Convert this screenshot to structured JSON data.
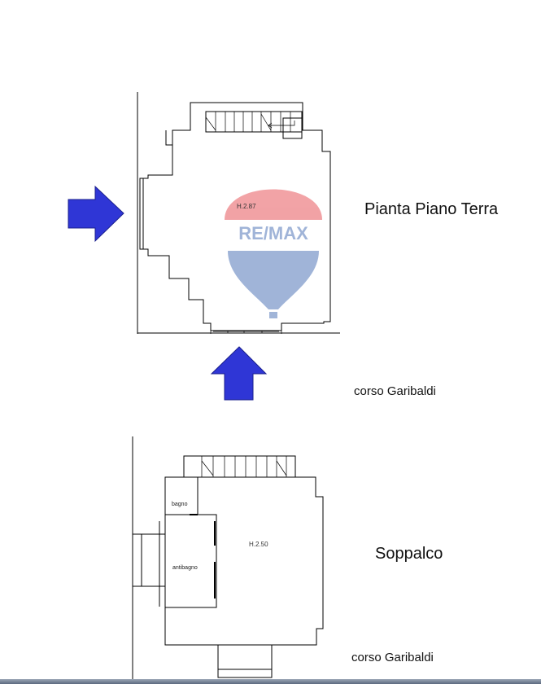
{
  "ground_floor": {
    "title": "Pianta Piano Terra",
    "height_label": "H.2.87",
    "street_label": "corso Garibaldi"
  },
  "mezzanine": {
    "title": "Soppalco",
    "height_label": "H.2.50",
    "rooms": [
      "bagno",
      "antibagno"
    ],
    "street_label": "corso Garibaldi"
  },
  "watermark": {
    "brand": "RE/MAX",
    "colors": {
      "red": "#e0242c",
      "blue": "#1f4fa3"
    }
  },
  "arrows": {
    "color": "#2f36d6",
    "icon": "arrow-icon"
  },
  "colors": {
    "wall": "#000000",
    "background": "#ffffff"
  }
}
